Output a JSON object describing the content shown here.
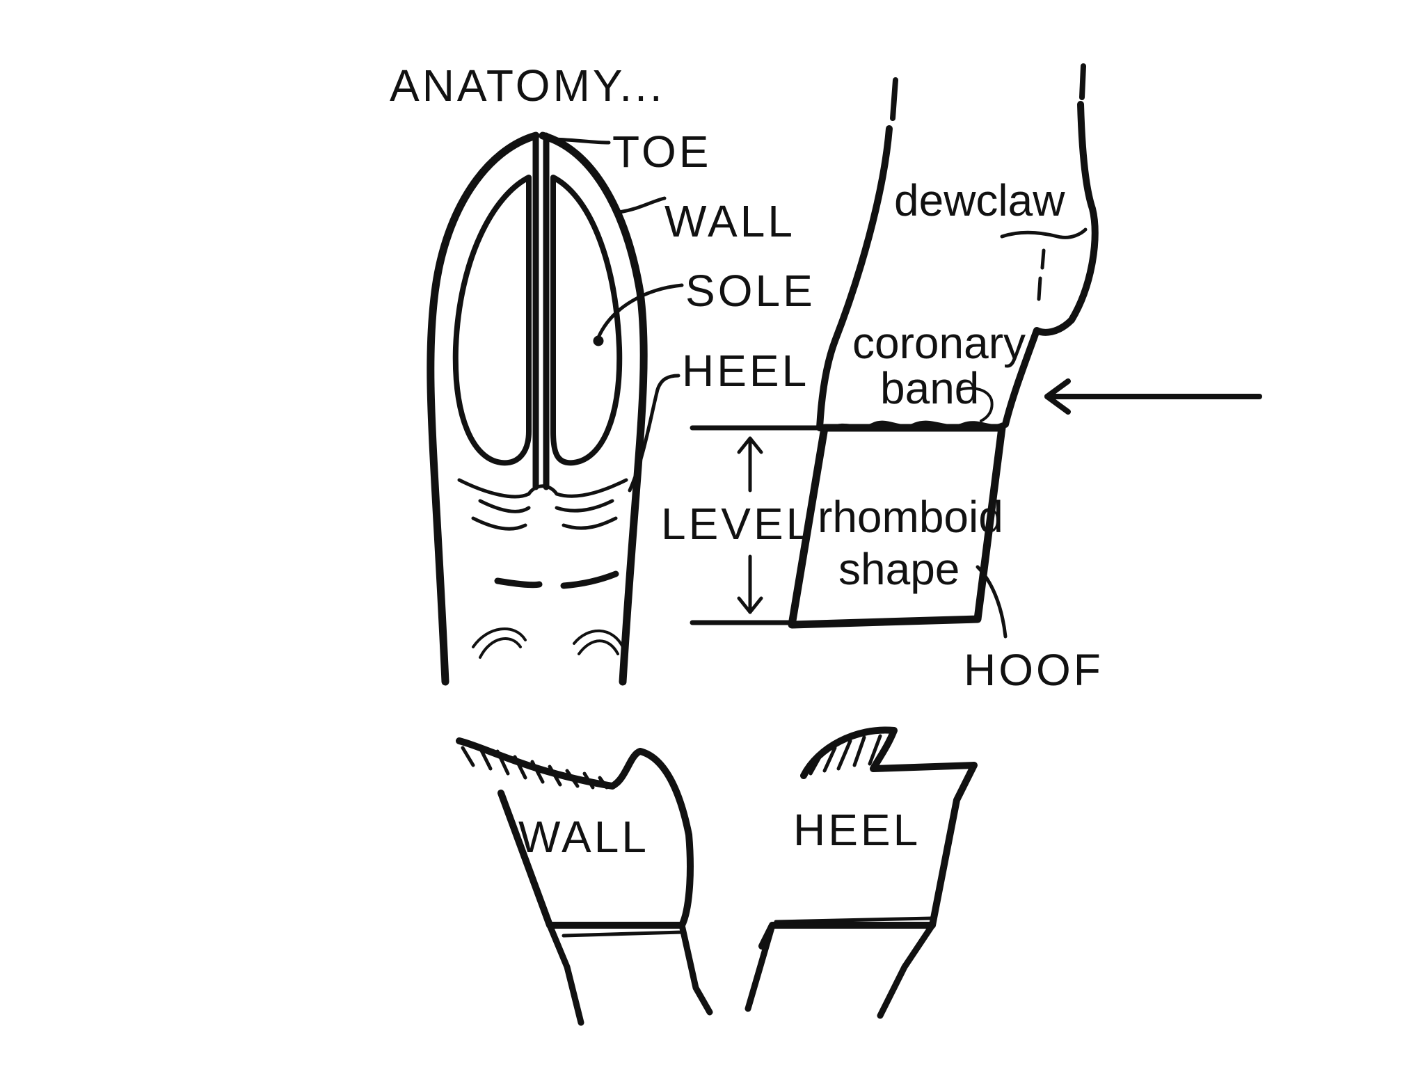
{
  "diagram": {
    "title": "ANATOMY...",
    "labels": {
      "toe": "TOE",
      "wall": "WALL",
      "sole": "SOLE",
      "heel": "HEEL",
      "level": "LEVEL",
      "dewclaw": "dewclaw",
      "coronary_1": "coronary",
      "coronary_2": "band",
      "rhomboid_1": "rhomboid",
      "rhomboid_2": "shape",
      "hoof": "HOOF",
      "wall_bottom": "WALL",
      "heel_bottom": "HEEL"
    },
    "colors": {
      "ink": "#111111",
      "background": "#ffffff"
    }
  }
}
